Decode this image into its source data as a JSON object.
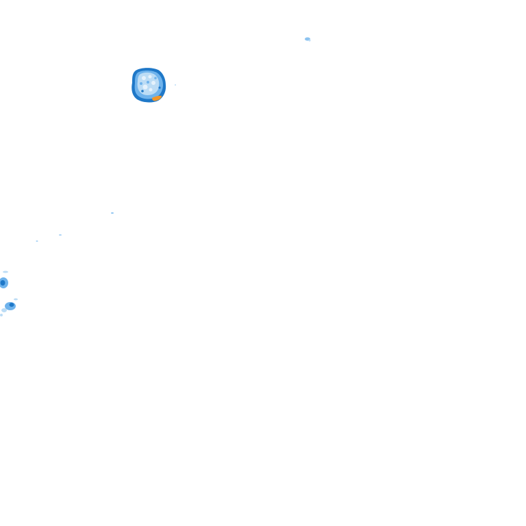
{
  "map": {
    "type": "weather-radar-overlay",
    "background_color": "#ffffff",
    "colors": {
      "light_rain": "#bcdcf5",
      "moderate_rain": "#6fb3ec",
      "heavy_rain": "#1f78c8",
      "very_heavy_rain": "#0a4f9a",
      "intense_rain": "#f0962a"
    },
    "echoes": [
      {
        "id": "cell-main",
        "intensity": [
          "light",
          "moderate",
          "heavy",
          "intense"
        ]
      },
      {
        "id": "cell-upper-right",
        "intensity": [
          "light"
        ]
      },
      {
        "id": "cell-left-1",
        "intensity": [
          "moderate",
          "heavy"
        ]
      },
      {
        "id": "cell-left-2",
        "intensity": [
          "moderate",
          "heavy"
        ]
      },
      {
        "id": "speck-1",
        "intensity": [
          "light"
        ]
      },
      {
        "id": "speck-2",
        "intensity": [
          "light"
        ]
      },
      {
        "id": "speck-3",
        "intensity": [
          "light"
        ]
      },
      {
        "id": "speck-4",
        "intensity": [
          "light"
        ]
      }
    ]
  }
}
